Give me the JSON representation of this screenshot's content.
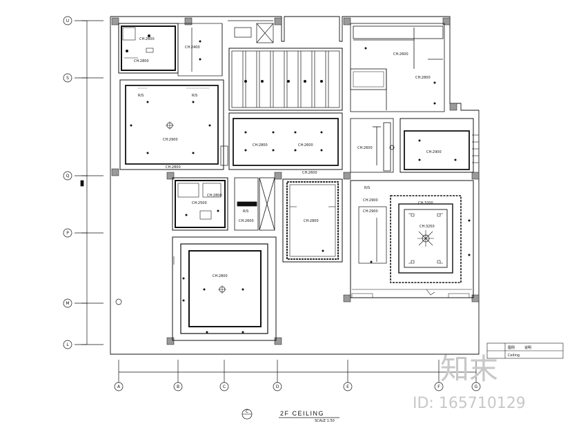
{
  "drawing": {
    "title": "2F  CEILING",
    "scale": "SCALE 1:50",
    "section_mark": "C"
  },
  "axes": {
    "rows": [
      "U",
      "S",
      "Q",
      "P",
      "M",
      "L"
    ],
    "cols": [
      "A",
      "B",
      "C",
      "D",
      "E",
      "F",
      "G"
    ]
  },
  "ceiling_heights": {
    "r1a": "CH:2600",
    "r1b": "CH:2800",
    "r2": "CH:2400",
    "r4": "CH:2600",
    "r4b": "CH:2800",
    "r5": "CH:2900",
    "r5b": "CH:2800",
    "r6": "CH:2800",
    "r6b": "CH:2600",
    "r7": "CH:2600",
    "r8": "CH:2900",
    "r9": "CH:2800",
    "r9b": "CH:2600",
    "r10": "CH:2500",
    "r10b": "CH:2600",
    "r11": "CH:2800",
    "r11b": "CH:2900",
    "r12": "CH:2900",
    "r12b": "CH:3200",
    "r12c": "CH:3250",
    "r13": "CH:2800"
  },
  "notes": {
    "rvs1": "R/S",
    "rvs2": "R/S",
    "rvs3": "R/S",
    "rvs4": "R/S"
  },
  "legend": {
    "col1": "图例",
    "col2": "说明",
    "row1": "Ceiling"
  },
  "watermark": {
    "brand": "知末",
    "id_text": "ID: 165710129"
  }
}
